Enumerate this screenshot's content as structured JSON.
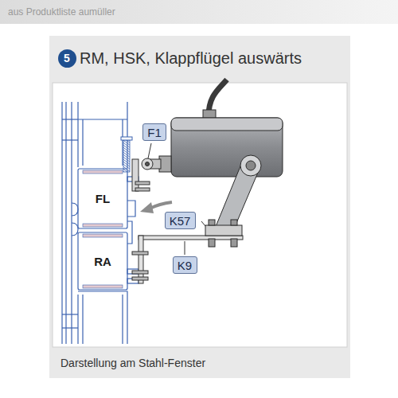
{
  "diagram": {
    "title": "RM, HSK, Klappflügel auswärts",
    "caption": "Darstellung am Stahl-Fenster",
    "nodes": [
      {
        "text": [
          "5"
        ]
      },
      {
        "text": [
          "F1"
        ]
      },
      {
        "text": [
          "K57"
        ]
      },
      {
        "text": [
          "K9"
        ]
      }
    ],
    "labels": [
      "aus Produktliste aumüller",
      "FL",
      "RA"
    ]
  }
}
